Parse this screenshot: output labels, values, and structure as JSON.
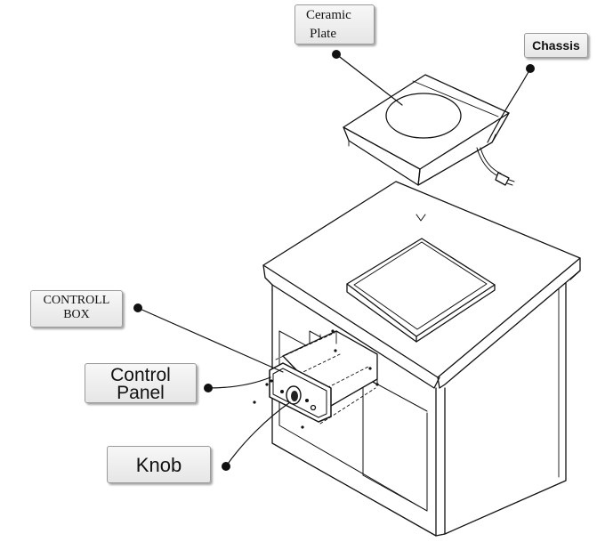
{
  "callouts": {
    "ceramic_plate": [
      "Ceramic",
      "Plate"
    ],
    "chassis": "Chassis",
    "controll_box": [
      "CONTROLL",
      "BOX"
    ],
    "control_panel": [
      "Control",
      "Panel"
    ],
    "knob": "Knob"
  },
  "colors": {
    "ink": "#111111",
    "label_fill": "#eeeeee",
    "label_border": "#9a9a9a",
    "background": "#ffffff"
  }
}
